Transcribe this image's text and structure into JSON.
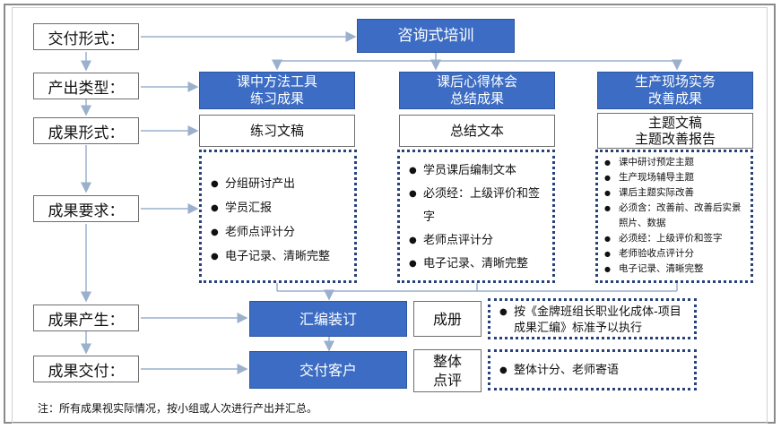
{
  "labels": {
    "delivery_form": "交付形式：",
    "output_type": "产出类型：",
    "result_form": "成果形式：",
    "result_req": "成果要求：",
    "result_gen": "成果产生：",
    "result_delivery": "成果交付："
  },
  "top_box": "咨询式培训",
  "columns": [
    {
      "type_line1": "课中方法工具",
      "type_line2": "练习成果",
      "form_line1": "练习文稿",
      "requirements": [
        "分组研讨产出",
        "学员汇报",
        "老师点评计分",
        "电子记录、清晰完整"
      ]
    },
    {
      "type_line1": "课后心得体会",
      "type_line2": "总结成果",
      "form_line1": "总结文本",
      "requirements": [
        "学员课后编制文本",
        "必须经：上级评价和签字",
        "老师点评计分",
        "电子记录、清晰完整"
      ]
    },
    {
      "type_line1": "生产现场实务",
      "type_line2": "改善成果",
      "form_line1": "主题文稿",
      "form_line2": "主题改善报告",
      "requirements": [
        "课中研讨预定主题",
        "生产现场辅导主题",
        "课后主题实际改善",
        "必须含：改善前、改善后实景照片、数据",
        "必须经：上级评价和签字",
        "老师验收点评计分",
        "电子记录、清晰完整"
      ]
    }
  ],
  "generation": {
    "box": "汇编装订",
    "side": "成册",
    "note": "按《金牌班组长职业化成体-项目成果汇编》标准予以执行"
  },
  "delivery": {
    "box": "交付客户",
    "side_line1": "整体",
    "side_line2": "点评",
    "note": "整体计分、老师寄语"
  },
  "footnote": "注：所有成果视实际情况，按小组或人次进行产出并汇总。",
  "colors": {
    "accent_blue": "#3c6cc3",
    "dotted_border": "#27427a",
    "line_gray": "#9ab0cc"
  }
}
